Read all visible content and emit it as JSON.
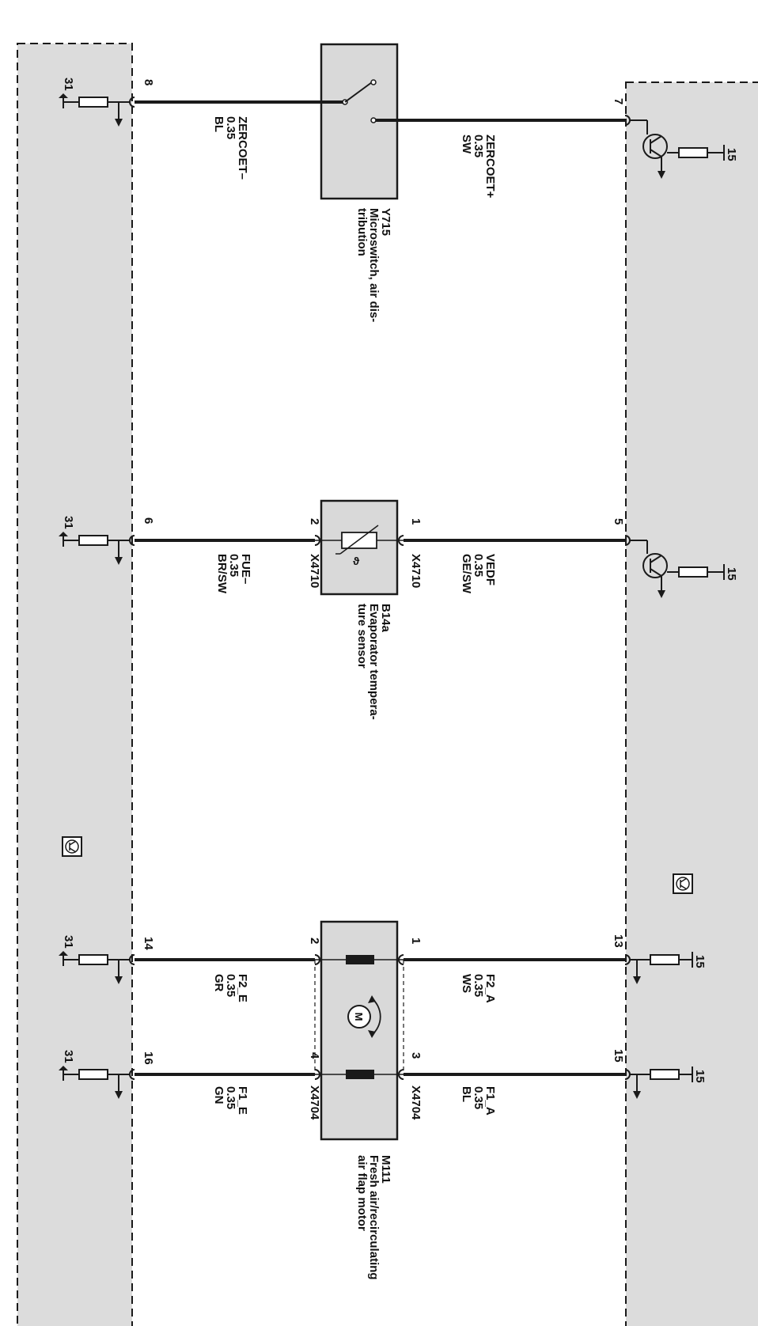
{
  "colors": {
    "panel": "#dcdcdc",
    "wire": "#1a1a1a",
    "box": "#d9d9d9",
    "background": "#ffffff"
  },
  "left_module": {
    "ground_label": "31",
    "pins": [
      "8",
      "6",
      "14",
      "16"
    ],
    "icon": "transistor-module-icon"
  },
  "right_module": {
    "supply_label": "15",
    "pins": [
      "7",
      "5",
      "13",
      "15"
    ],
    "icon": "transistor-module-icon"
  },
  "components": {
    "y715": {
      "id": "Y715",
      "name_line1": "Microswitch, air dis-",
      "name_line2": "tribution",
      "icon": "switch-icon",
      "left_wire": {
        "name": "ZERCOET–",
        "size": "0.35",
        "color": "BL"
      },
      "right_wire": {
        "name": "ZERCOET+",
        "size": "0.35",
        "color": "SW"
      }
    },
    "b14a": {
      "id": "B14a",
      "name_line1": "Evaporator tempera-",
      "name_line2": "ture sensor",
      "icon": "thermistor-icon",
      "connector_left": "X4710",
      "connector_right": "X4710",
      "pin_left": "2",
      "pin_right": "1",
      "left_wire": {
        "name": "FUE–",
        "size": "0.35",
        "color": "BR/SW"
      },
      "right_wire": {
        "name": "VEDF",
        "size": "0.35",
        "color": "GE/SW"
      }
    },
    "m111": {
      "id": "M111",
      "name_line1": "Fresh air/recirculating",
      "name_line2": "air flap motor",
      "icon": "motor-icon",
      "motor_letter": "M",
      "connector_left": "X4704",
      "connector_right": "X4704",
      "pins_left": [
        "2",
        "4"
      ],
      "pins_right": [
        "1",
        "3"
      ],
      "wires_left": [
        {
          "name": "F2_E",
          "size": "0.35",
          "color": "GR"
        },
        {
          "name": "F1_E",
          "size": "0.35",
          "color": "GN"
        }
      ],
      "wires_right": [
        {
          "name": "F2_A",
          "size": "0.35",
          "color": "WS"
        },
        {
          "name": "F1_A",
          "size": "0.35",
          "color": "BL"
        }
      ]
    }
  }
}
